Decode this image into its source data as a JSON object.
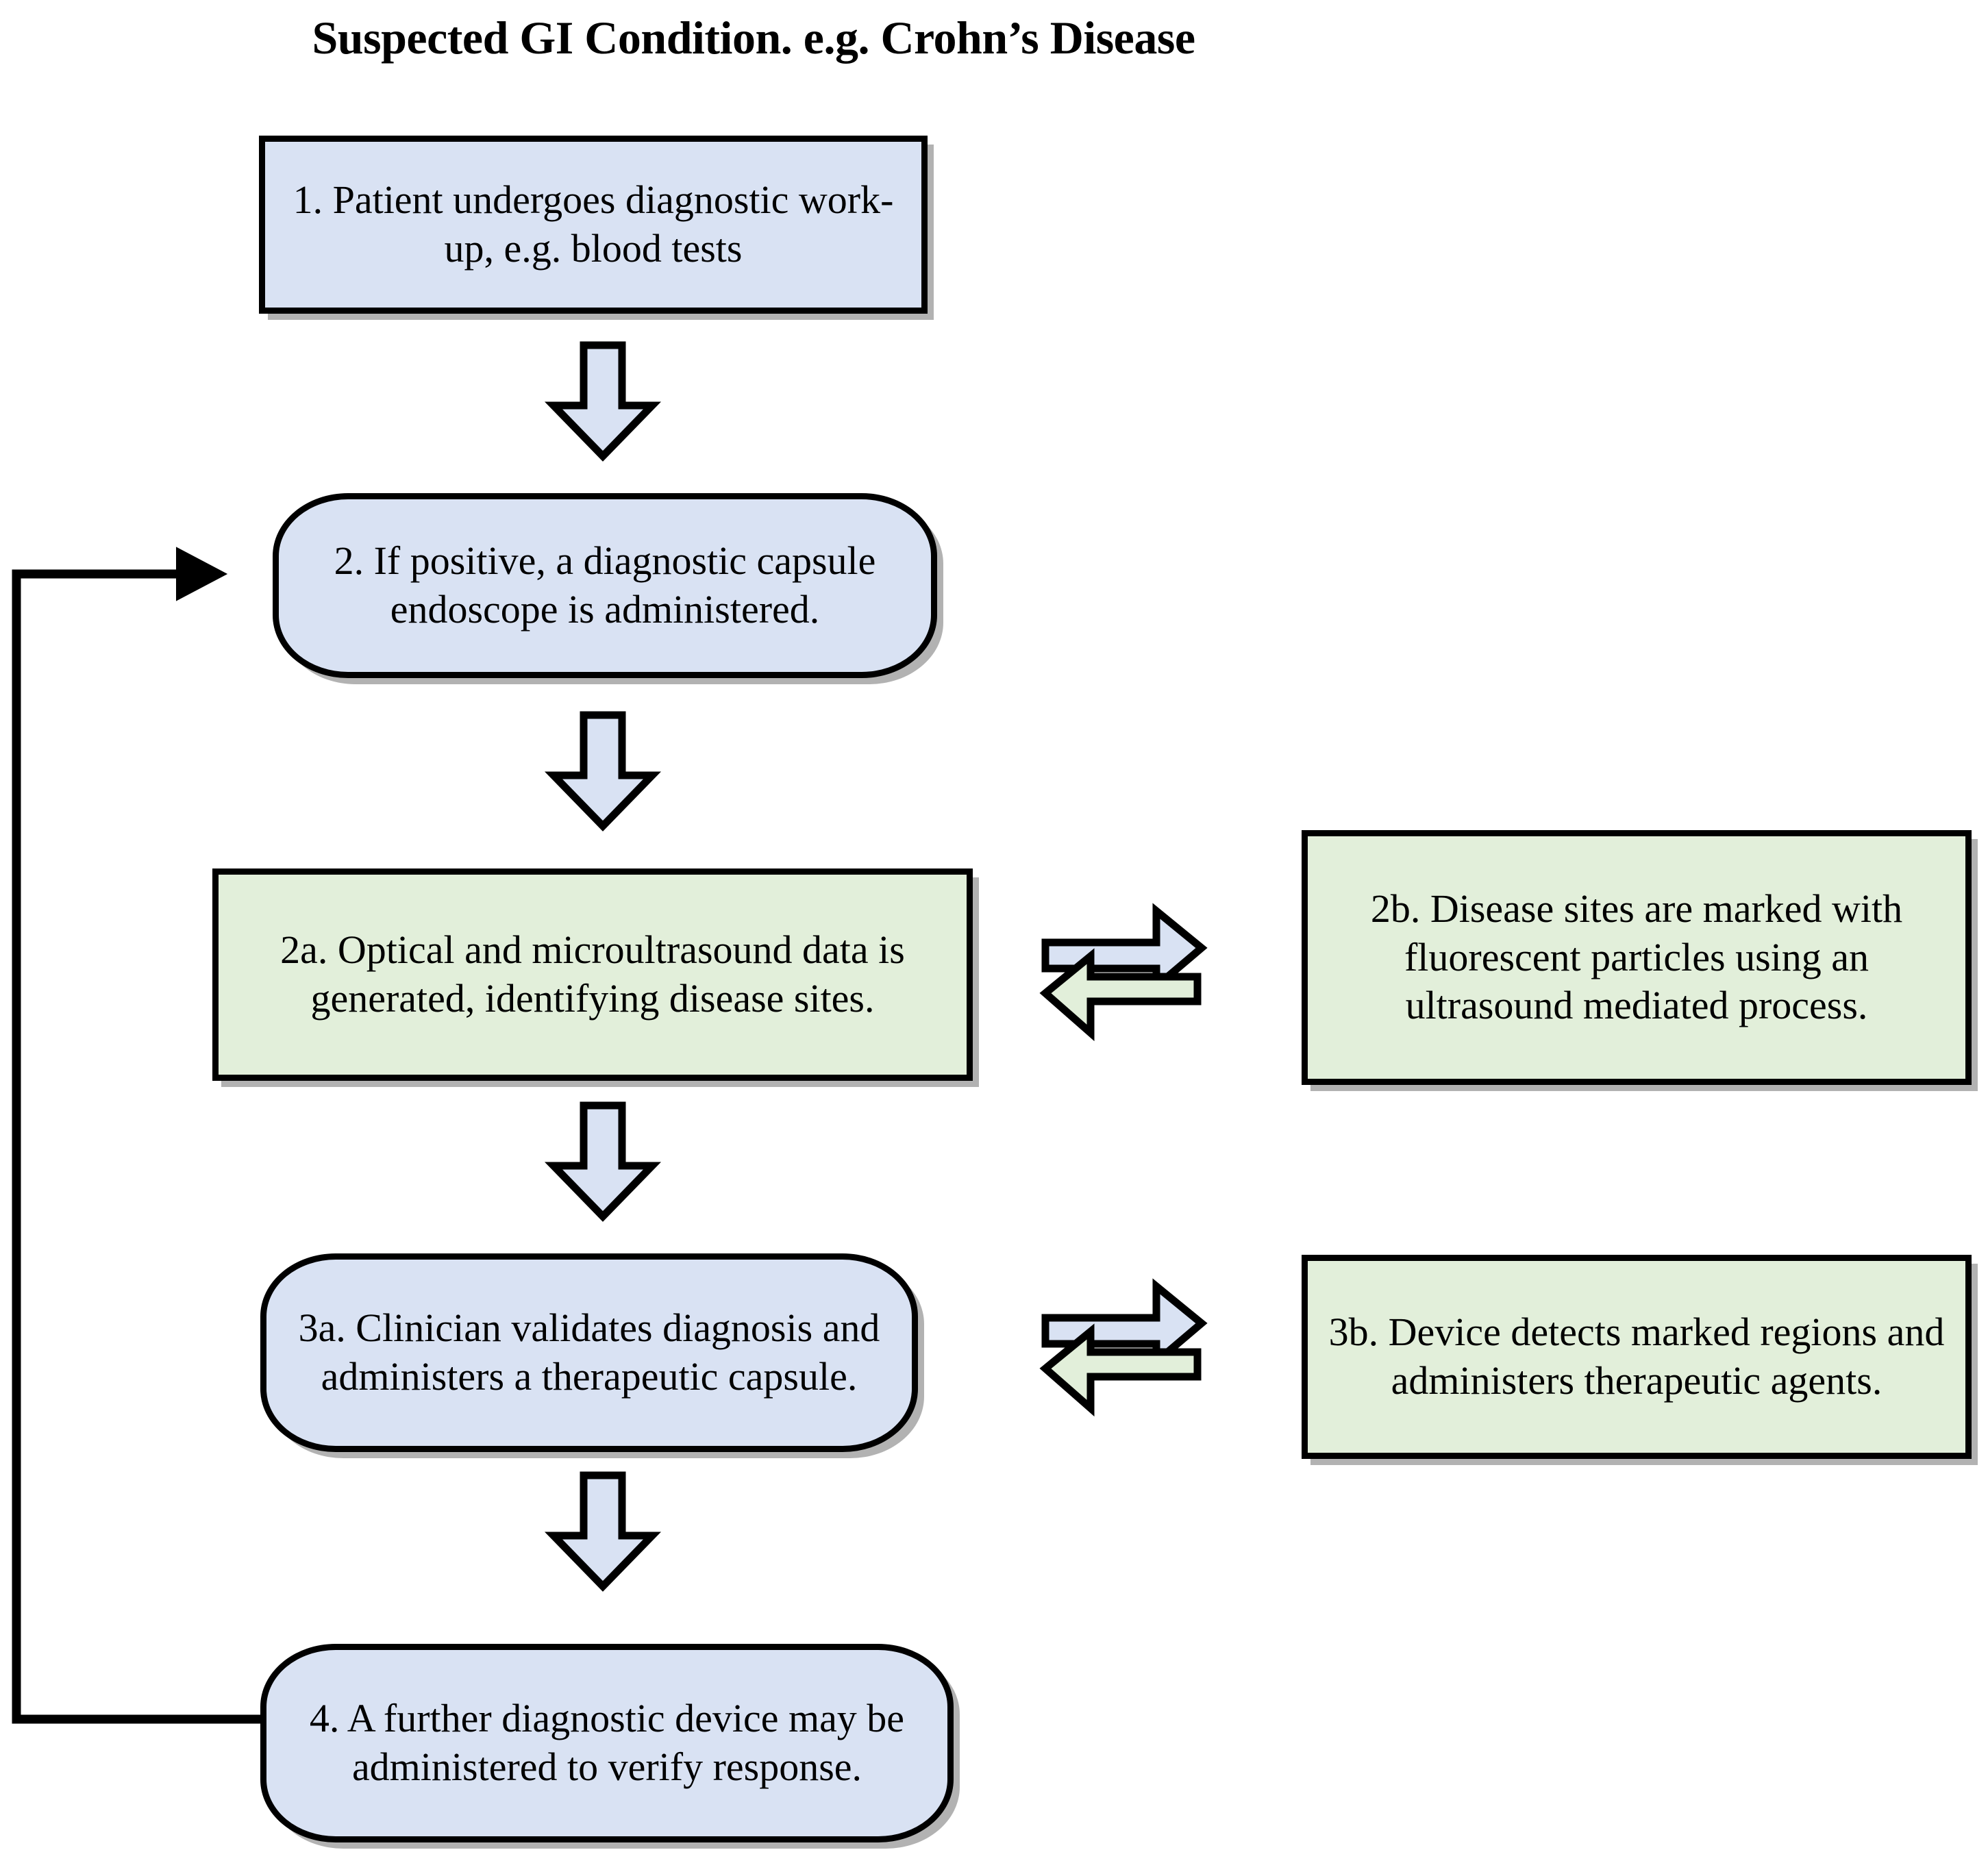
{
  "diagram": {
    "title": "Suspected GI Condition. e.g. Crohn’s Disease",
    "type": "flowchart",
    "colors": {
      "blue_fill": "#d9e2f3",
      "green_fill": "#e2efda",
      "outline": "#000000",
      "background": "#ffffff"
    },
    "nodes": [
      {
        "id": "step-1",
        "label": "1. Patient undergoes diagnostic work-up, e.g. blood tests",
        "shape": "rectangle",
        "fill": "blue"
      },
      {
        "id": "step-2",
        "label": "2. If positive, a diagnostic capsule endoscope is administered.",
        "shape": "rounded-rectangle",
        "fill": "blue"
      },
      {
        "id": "step-2a",
        "label": "2a. Optical and microultrasound data is generated, identifying disease sites.",
        "shape": "rectangle",
        "fill": "green"
      },
      {
        "id": "step-2b",
        "label": "2b. Disease sites are marked with fluorescent particles using an ultrasound mediated process.",
        "shape": "rectangle",
        "fill": "green"
      },
      {
        "id": "step-3a",
        "label": "3a. Clinician validates diagnosis and administers a therapeutic capsule.",
        "shape": "rounded-rectangle",
        "fill": "blue"
      },
      {
        "id": "step-3b",
        "label": "3b. Device detects marked regions and administers therapeutic agents.",
        "shape": "rectangle",
        "fill": "green"
      },
      {
        "id": "step-4",
        "label": "4. A further diagnostic device may be administered to verify response.",
        "shape": "rounded-rectangle",
        "fill": "blue"
      }
    ],
    "connectors": [
      {
        "id": "arrow-1-to-2",
        "from": "step-1",
        "to": "step-2",
        "kind": "block-arrow-down",
        "fill": "blue"
      },
      {
        "id": "arrow-2-to-2a",
        "from": "step-2",
        "to": "step-2a",
        "kind": "block-arrow-down",
        "fill": "blue"
      },
      {
        "id": "arrow-2a-to-3a",
        "from": "step-2a",
        "to": "step-3a",
        "kind": "block-arrow-down",
        "fill": "blue"
      },
      {
        "id": "arrow-3a-to-4",
        "from": "step-3a",
        "to": "step-4",
        "kind": "block-arrow-down",
        "fill": "blue"
      },
      {
        "id": "arrow-2a-to-2b",
        "from": "step-2a",
        "to": "step-2b",
        "kind": "block-arrow-right",
        "fill": "blue"
      },
      {
        "id": "arrow-2b-to-2a",
        "from": "step-2b",
        "to": "step-2a",
        "kind": "block-arrow-left",
        "fill": "green"
      },
      {
        "id": "arrow-3a-to-3b",
        "from": "step-3a",
        "to": "step-3b",
        "kind": "block-arrow-right",
        "fill": "blue"
      },
      {
        "id": "arrow-3b-to-3a",
        "from": "step-3b",
        "to": "step-3a",
        "kind": "block-arrow-left",
        "fill": "green"
      },
      {
        "id": "feedback-4-to-2",
        "from": "step-4",
        "to": "step-2",
        "kind": "line-arrow-loop",
        "fill": "black"
      }
    ]
  }
}
